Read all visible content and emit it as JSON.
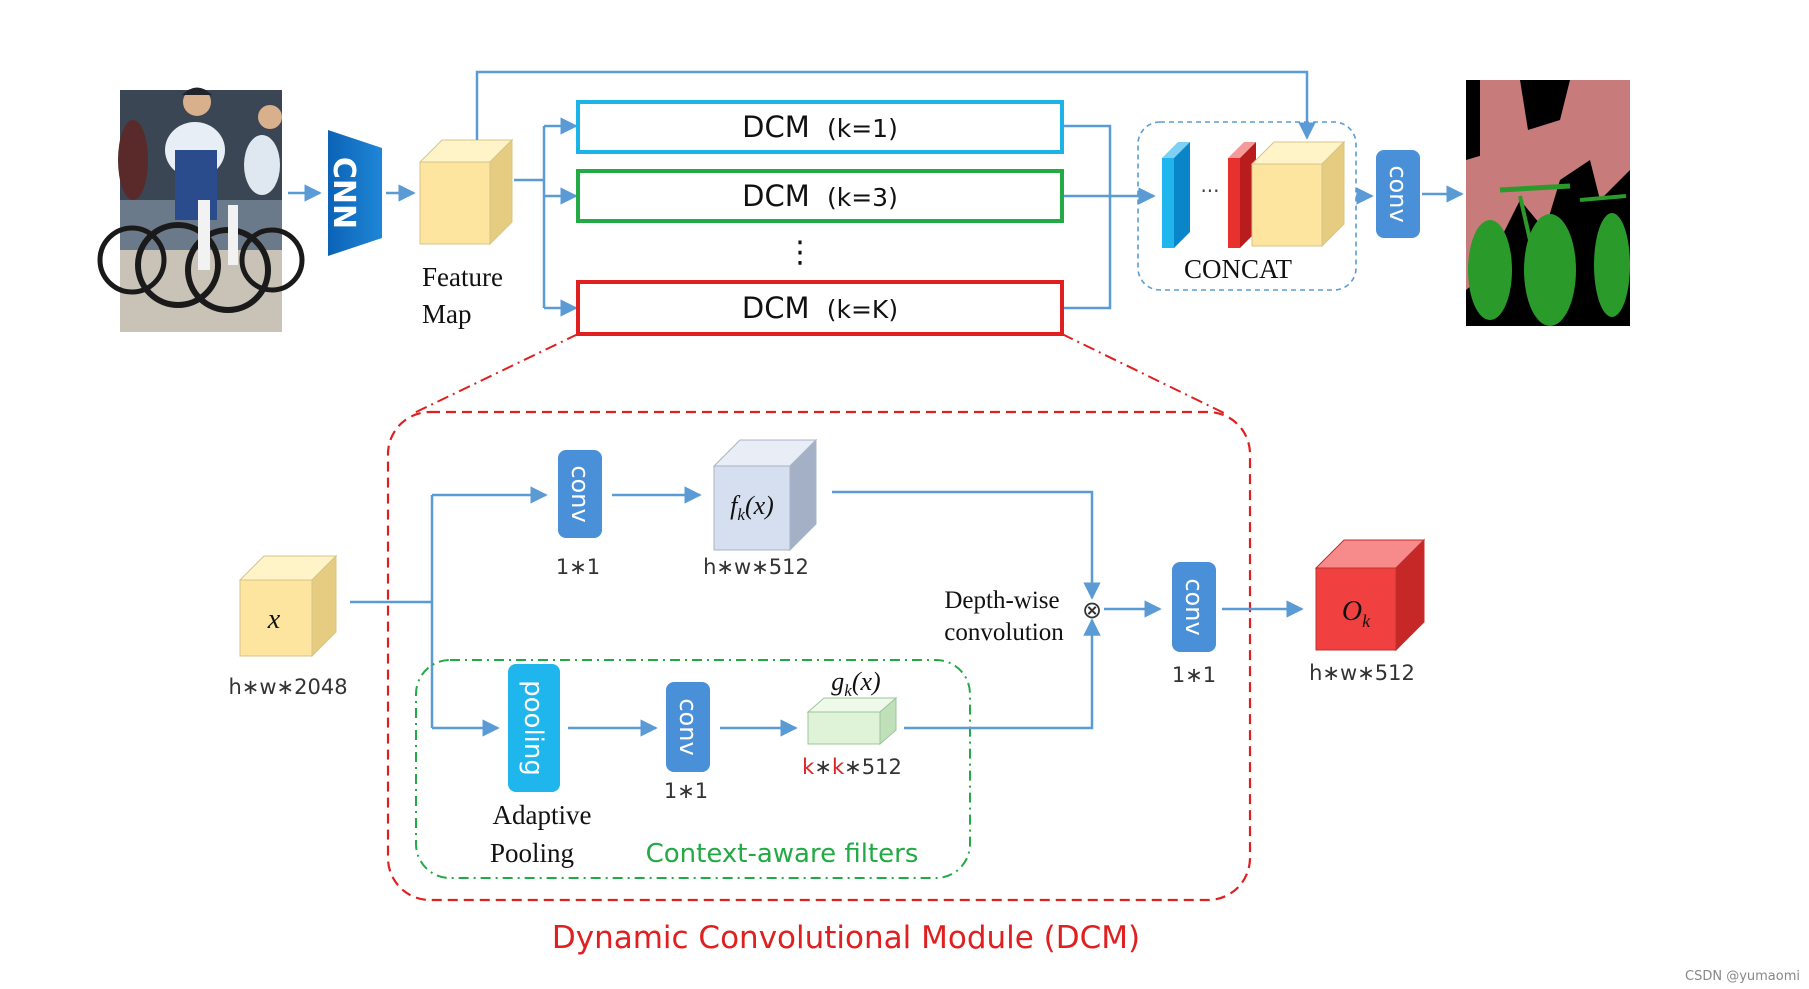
{
  "top": {
    "cnn_label": "CNN",
    "feature_map_line1": "Feature",
    "feature_map_line2": "Map",
    "dcm_branches": [
      {
        "prefix": "DCM",
        "param": "(k=1)",
        "color": "#1bb3e8"
      },
      {
        "prefix": "DCM",
        "param": "(k=3)",
        "color": "#22aa44"
      },
      {
        "prefix": "DCM",
        "param": "(k=K)",
        "color": "#e02020"
      }
    ],
    "vdots": "⋮",
    "concat_dots": "···",
    "concat_label": "CONCAT",
    "conv_label": "conv"
  },
  "module": {
    "x_label": "x",
    "x_dims": "h∗w∗2048",
    "conv_top": "conv",
    "conv_top_size": "1∗1",
    "fk_label": "f",
    "fk_sub": "k",
    "fk_arg": "(x)",
    "fk_dims": "h∗w∗512",
    "pooling_label": "pooling",
    "adaptive_line1": "Adaptive",
    "adaptive_line2": "Pooling",
    "conv_bottom": "conv",
    "conv_bottom_size": "1∗1",
    "gk_label": "g",
    "gk_sub": "k",
    "gk_arg": "(x)",
    "gk_dims_k1": "k",
    "gk_dims_star1": "∗",
    "gk_dims_k2": "k",
    "gk_dims_rest": "∗512",
    "context_label": "Context-aware filters",
    "depthwise_line1": "Depth-wise",
    "depthwise_line2": "convolution",
    "otimes": "⊗",
    "conv_out": "conv",
    "conv_out_size": "1∗1",
    "ok_label": "O",
    "ok_sub": "k",
    "ok_dims": "h∗w∗512"
  },
  "caption": "Dynamic Convolutional Module (DCM)",
  "watermark": "CSDN @yumaomi",
  "colors": {
    "arrow": "#5b9bd5",
    "blue_box": "#4a90d9",
    "cyan_box": "#1fb6ee",
    "red_dash": "#e02020",
    "green_dash": "#22aa44",
    "yellow_cube": "#fde5a0",
    "red_cube": "#f04040"
  }
}
